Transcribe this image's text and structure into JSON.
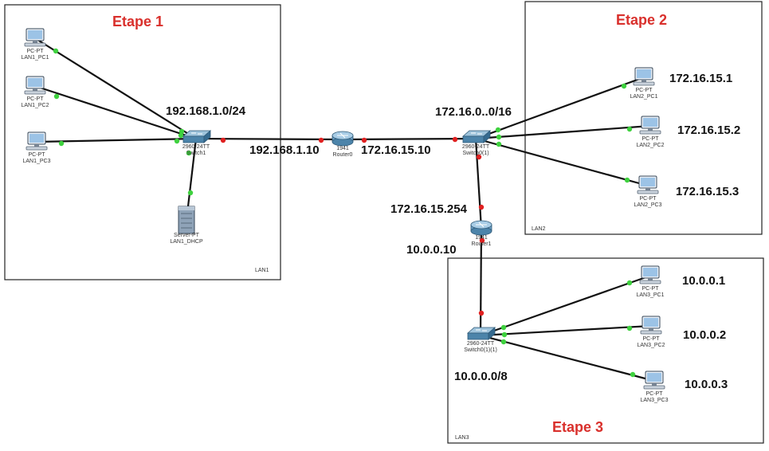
{
  "colors": {
    "etape": "#d9302c",
    "link": "#111111",
    "port_up": "#3ed13e",
    "port_down": "#e02020",
    "box": "#222222"
  },
  "zones": [
    {
      "id": "lan1",
      "name": "LAN1",
      "etape": "Etape 1"
    },
    {
      "id": "lan2",
      "name": "LAN2",
      "etape": "Etape 2"
    },
    {
      "id": "lan3",
      "name": "LAN3",
      "etape": "Etape 3"
    }
  ],
  "devices": [
    {
      "id": "lan1_pc1",
      "icon": "pc-icon",
      "labels": [
        "PC-PT",
        "LAN1_PC1"
      ]
    },
    {
      "id": "lan1_pc2",
      "icon": "pc-icon",
      "labels": [
        "PC-PT",
        "LAN1_PC2"
      ]
    },
    {
      "id": "lan1_pc3",
      "icon": "pc-icon",
      "labels": [
        "PC-PT",
        "LAN1_PC3"
      ]
    },
    {
      "id": "switch1",
      "icon": "switch-icon",
      "labels": [
        "2960-24TT",
        "Switch1"
      ]
    },
    {
      "id": "server",
      "icon": "server-icon",
      "labels": [
        "Server-PT",
        "LAN1_DHCP"
      ]
    },
    {
      "id": "router0",
      "icon": "router-icon",
      "labels": [
        "1941",
        "Router0"
      ]
    },
    {
      "id": "switch0_1",
      "icon": "switch-icon",
      "labels": [
        "2960-24TT",
        "Switch0(1)"
      ]
    },
    {
      "id": "lan2_pc1",
      "icon": "pc-icon",
      "labels": [
        "PC-PT",
        "LAN2_PC1"
      ]
    },
    {
      "id": "lan2_pc2",
      "icon": "pc-icon",
      "labels": [
        "PC-PT",
        "LAN2_PC2"
      ]
    },
    {
      "id": "lan2_pc3",
      "icon": "pc-icon",
      "labels": [
        "PC-PT",
        "LAN2_PC3"
      ]
    },
    {
      "id": "router1",
      "icon": "router-icon",
      "labels": [
        "1941",
        "Router1"
      ]
    },
    {
      "id": "switch0_1_1",
      "icon": "switch-icon",
      "labels": [
        "2960-24TT",
        "Switch0(1)(1)"
      ]
    },
    {
      "id": "lan3_pc1",
      "icon": "pc-icon",
      "labels": [
        "PC-PT",
        "LAN3_PC1"
      ]
    },
    {
      "id": "lan3_pc2",
      "icon": "pc-icon",
      "labels": [
        "PC-PT",
        "LAN3_PC2"
      ]
    },
    {
      "id": "lan3_pc3",
      "icon": "pc-icon",
      "labels": [
        "PC-PT",
        "LAN3_PC3"
      ]
    }
  ],
  "links": [
    {
      "from": "lan1_pc1",
      "to": "switch1",
      "status": "up"
    },
    {
      "from": "lan1_pc2",
      "to": "switch1",
      "status": "up"
    },
    {
      "from": "lan1_pc3",
      "to": "switch1",
      "status": "up"
    },
    {
      "from": "server",
      "to": "switch1",
      "status": "up"
    },
    {
      "from": "switch1",
      "to": "router0",
      "status": "down"
    },
    {
      "from": "router0",
      "to": "switch0_1",
      "status": "down"
    },
    {
      "from": "switch0_1",
      "to": "lan2_pc1",
      "status": "up"
    },
    {
      "from": "switch0_1",
      "to": "lan2_pc2",
      "status": "up"
    },
    {
      "from": "switch0_1",
      "to": "lan2_pc3",
      "status": "up"
    },
    {
      "from": "switch0_1",
      "to": "router1",
      "status": "down"
    },
    {
      "from": "router1",
      "to": "switch0_1_1",
      "status": "down"
    },
    {
      "from": "switch0_1_1",
      "to": "lan3_pc1",
      "status": "up"
    },
    {
      "from": "switch0_1_1",
      "to": "lan3_pc2",
      "status": "up"
    },
    {
      "from": "switch0_1_1",
      "to": "lan3_pc3",
      "status": "up"
    }
  ],
  "ip_labels": [
    {
      "id": "net_lan1",
      "text": "192.168.1.0/24"
    },
    {
      "id": "r0_lan1",
      "text": "192.168.1.10"
    },
    {
      "id": "r0_wan",
      "text": "172.16.15.10"
    },
    {
      "id": "net_lan2",
      "text": "172.16.0..0/16"
    },
    {
      "id": "lan2_pc1_ip",
      "text": "172.16.15.1"
    },
    {
      "id": "lan2_pc2_ip",
      "text": "172.16.15.2"
    },
    {
      "id": "lan2_pc3_ip",
      "text": "172.16.15.3"
    },
    {
      "id": "r1_lan2",
      "text": "172.16.15.254"
    },
    {
      "id": "r1_lan3",
      "text": "10.0.0.10"
    },
    {
      "id": "lan3_pc1_ip",
      "text": "10.0.0.1"
    },
    {
      "id": "lan3_pc2_ip",
      "text": "10.0.0.2"
    },
    {
      "id": "lan3_pc3_ip",
      "text": "10.0.0.3"
    },
    {
      "id": "net_lan3",
      "text": "10.0.0.0/8"
    }
  ]
}
